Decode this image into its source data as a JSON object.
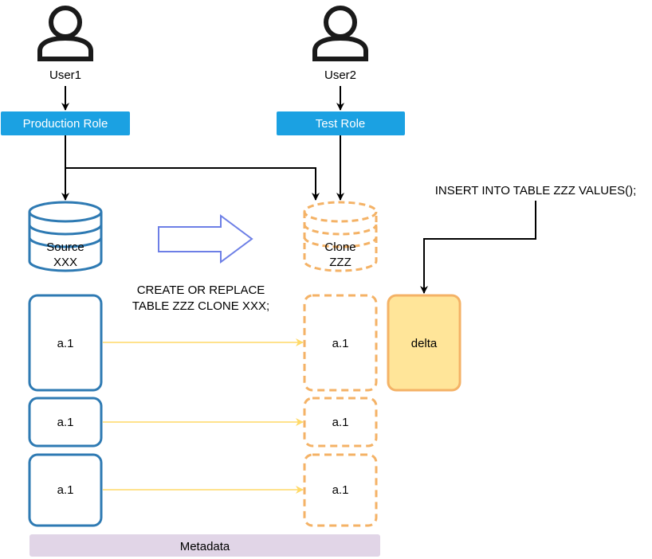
{
  "users": {
    "user1": {
      "label": "User1",
      "icon": "user-icon"
    },
    "user2": {
      "label": "User2",
      "icon": "user-icon"
    }
  },
  "roles": {
    "production": "Production Role",
    "test": "Test Role"
  },
  "databases": {
    "source": {
      "line1": "Source",
      "line2": "XXX",
      "icon": "database-icon"
    },
    "clone": {
      "line1": "Clone",
      "line2": "ZZZ",
      "icon": "database-icon"
    }
  },
  "statements": {
    "clone_line1": "CREATE OR REPLACE",
    "clone_line2": "TABLE ZZZ CLONE XXX;",
    "insert": "INSERT INTO TABLE ZZZ VALUES();"
  },
  "source_partitions": [
    "a.1",
    "a.1",
    "a.1"
  ],
  "clone_partitions": [
    "a.1",
    "a.1",
    "a.1"
  ],
  "delta_label": "delta",
  "metadata_label": "Metadata",
  "colors": {
    "role_fill": "#1ba1e2",
    "source_stroke": "#2e7ab3",
    "clone_stroke": "#f4b266",
    "delta_fill": "#ffe599",
    "delta_stroke": "#f4b266",
    "partition_arrow": "#ffd966",
    "clone_arrow": "#6d7fe6",
    "metadata_fill": "#e1d5e7"
  }
}
